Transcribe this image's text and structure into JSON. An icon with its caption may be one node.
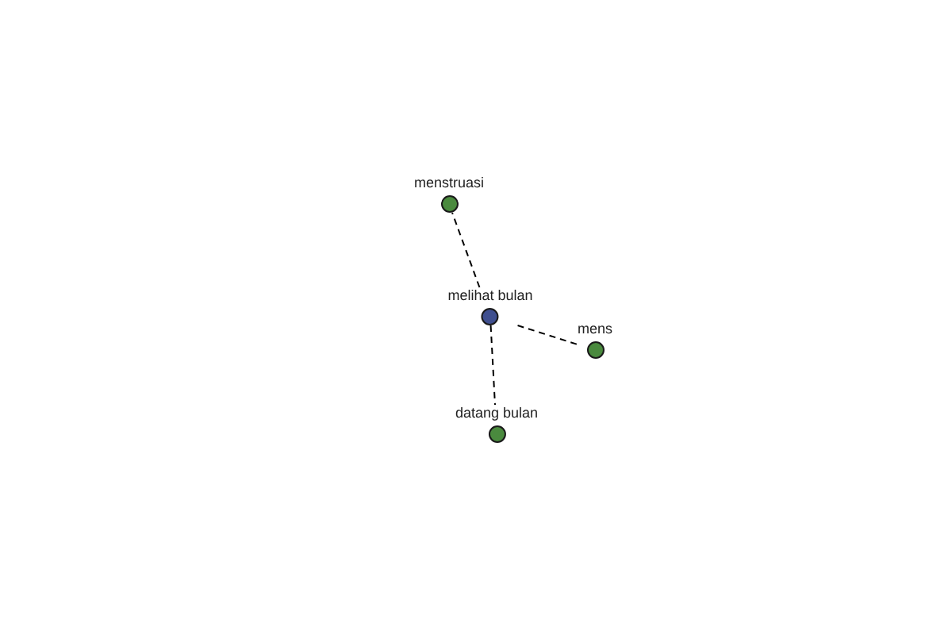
{
  "diagram": {
    "nodes": [
      {
        "text": [
          "melihat bulan"
        ]
      },
      {
        "text": [
          "menstruasi"
        ]
      },
      {
        "text": [
          "mens"
        ]
      },
      {
        "text": [
          "datang bulan"
        ]
      }
    ],
    "edges": [
      {
        "from": 0,
        "to": 1,
        "arrow": "none",
        "style": "dashed"
      },
      {
        "from": 0,
        "to": 2,
        "arrow": "none",
        "style": "dashed"
      },
      {
        "from": 0,
        "to": 3,
        "arrow": "none",
        "style": "dashed"
      }
    ]
  }
}
